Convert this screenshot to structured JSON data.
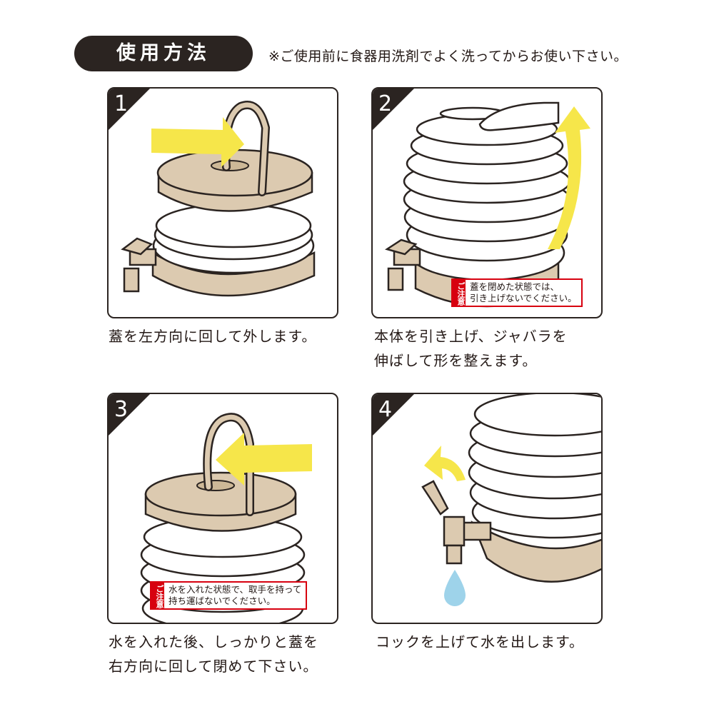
{
  "header": {
    "title": "使用方法",
    "note": "※ご使用前に食器用洗剤でよく洗ってからお使い下さい。"
  },
  "steps": [
    {
      "number": "1",
      "caption": [
        "蓋を左方向に回して外します。"
      ]
    },
    {
      "number": "2",
      "caption": [
        "本体を引き上げ、ジャバラを",
        "伸ばして形を整えます。"
      ],
      "caution": {
        "tag": "ご注意",
        "lines": [
          "蓋を閉めた状態では、",
          "引き上げないでください。"
        ]
      }
    },
    {
      "number": "3",
      "caption": [
        "水を入れた後、しっかりと蓋を",
        "右方向に回して閉めて下さい。"
      ],
      "caution": {
        "tag": "ご注意",
        "lines": [
          "水を入れた状態で、取手を持って",
          "持ち運ばないでください。"
        ]
      }
    },
    {
      "number": "4",
      "caption": [
        "コックを上げて水を出します。"
      ]
    }
  ],
  "colors": {
    "beige": "#dccab0",
    "arrow": "#f6e64a",
    "outline": "#2b2421",
    "caution": "#d7000f",
    "drop": "#9ed3ea"
  },
  "icons": [
    "arrow-right-icon",
    "arrow-up-icon",
    "arrow-left-icon",
    "curved-arrow-icon",
    "water-drop-icon",
    "hand-icon"
  ]
}
